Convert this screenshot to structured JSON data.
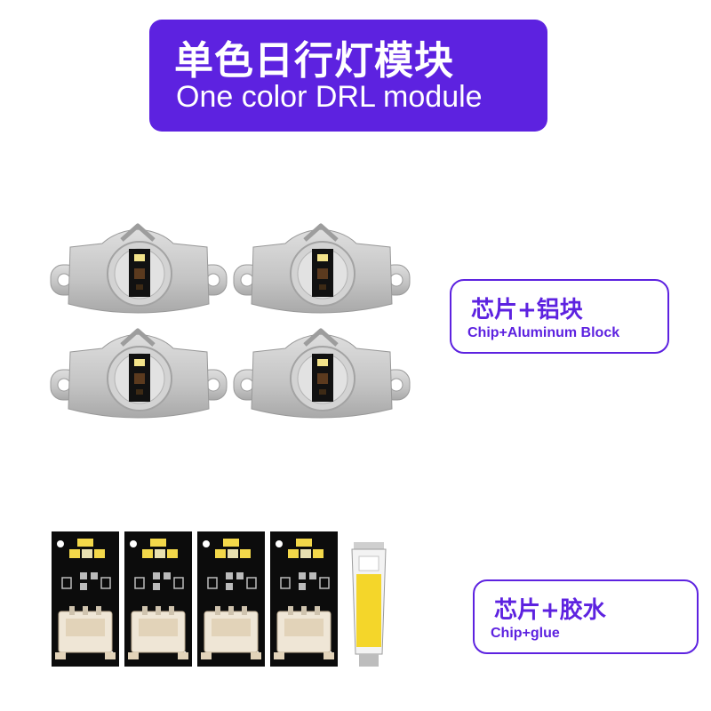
{
  "banner": {
    "title_cn": "单色日行灯模块",
    "title_en": "One color DRL module"
  },
  "option_aluminum": {
    "label_cn": "芯片+铝块",
    "label_en": "Chip+Aluminum Block"
  },
  "option_glue": {
    "label_cn": "芯片+胶水",
    "label_en": "Chip+glue"
  },
  "colors": {
    "accent": "#5d22e0",
    "pcb": "#0c0c0c",
    "aluminum": "#c8c8c8"
  },
  "icons": [
    "aluminum-led-module-icon",
    "led-chip-board-icon",
    "heatsink-glue-tube-icon"
  ]
}
